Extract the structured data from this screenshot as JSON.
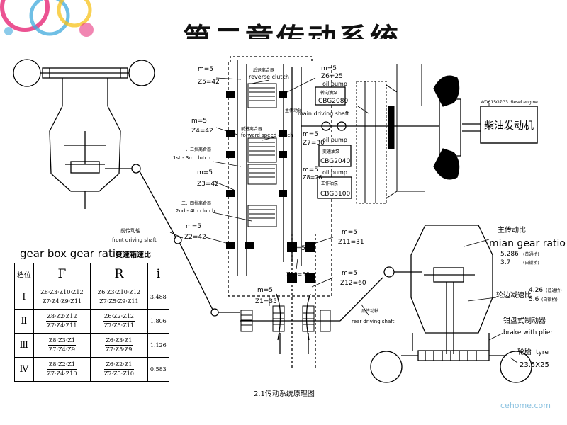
{
  "slide": {
    "title": "第二章传动系统",
    "caption": "2.1传动系统原理图",
    "watermark": "cehome.com"
  },
  "colors": {
    "accent_pink": "#e8357f",
    "accent_blue": "#3fa9dc",
    "accent_yellow": "#f7c21a",
    "line": "#000000"
  },
  "labels": {
    "m5_a": "m=5",
    "z5": "Z5=42",
    "reverse_cn": "后退离合器",
    "reverse_en": "reverse clutch",
    "z6": "Z6=25",
    "oil_pump_1": "oil pump",
    "pump_cn_1": "转向油泵",
    "pump_1": "CBG2080",
    "main_shaft_cn": "主传动轴",
    "main_shaft_en": "main driving shaft",
    "engine_model": "WD615G7G3 diesel engine",
    "engine_cn": "柴油发动机",
    "m5_b": "m=5",
    "z4": "Z4=42",
    "forward_cn": "前进离合器",
    "forward_en": "forward speed clutch",
    "m5_c": "m=5",
    "z7": "Z7=30",
    "oil_pump_2": "oil pump",
    "pump_cn_2": "变速油泵",
    "pump_2": "CBG2040",
    "clutch13_cn": "一、三挡离合器",
    "clutch13_en": "1st - 3rd clutch",
    "m5_d": "m=5",
    "z8": "Z8=26",
    "oil_pump_3": "oil pump",
    "pump_cn_3": "工作油泵",
    "pump_3": "CBG3100",
    "m5_e": "m=5",
    "z3": "Z3=42",
    "clutch24_cn": "二、四挡离合器",
    "clutch24_en": "2nd - 4th clutch",
    "front_shaft_cn": "前传动轴",
    "front_shaft_en": "front driving shaft",
    "m5_f": "m=5",
    "z2": "Z2=42",
    "m5_g": "m=5",
    "z11": "Z11=31",
    "m5_h": "m=5",
    "z10": "Z10=56",
    "m5_i": "m=5",
    "z12": "Z12=60",
    "m5_j": "m=5",
    "z1": "Z1=35",
    "rear_shaft_cn": "后传动轴",
    "rear_shaft_en": "rear driving shaft",
    "main_reducer_cn": "主传动比",
    "main_ratio_en": "mian gear ratio",
    "main_ratio_1": "5.286",
    "main_ratio_1_note": "(普通桥)",
    "main_ratio_2": "3.7",
    "main_ratio_2_note": "(自锁桥)",
    "wheel_reducer_cn": "轮边减速比",
    "wheel_ratio_1": "4.26",
    "wheel_ratio_1_note": "(普通桥)",
    "wheel_ratio_2": "5.6",
    "wheel_ratio_2_note": "(自锁桥)",
    "brake_cn": "钳盘式制动器",
    "brake_en": "brake with plier",
    "tyre_cn": "轮胎",
    "tyre_en": "tyre",
    "tyre_size": "23.5X25"
  },
  "gear_table": {
    "title_en": "gear box gear ratio",
    "title_cn": "变速箱速比",
    "headers": [
      "档位",
      "F",
      "R",
      "i"
    ],
    "rows": [
      {
        "pos": "I",
        "f_num": "Z8·Z3·Z10·Z12",
        "f_den": "Z7·Z4·Z9·Z11",
        "r_num": "Z6·Z3·Z10·Z12",
        "r_den": "Z7·Z5·Z9·Z11",
        "i": "3.488"
      },
      {
        "pos": "Ⅱ",
        "f_num": "Z8·Z2·Z12",
        "f_den": "Z7·Z4·Z11",
        "r_num": "Z6·Z2·Z12",
        "r_den": "Z7·Z5·Z11",
        "i": "1.806"
      },
      {
        "pos": "Ⅲ",
        "f_num": "Z8·Z3·Z1",
        "f_den": "Z7·Z4·Z9",
        "r_num": "Z6·Z3·Z1",
        "r_den": "Z7·Z5·Z9",
        "i": "1.126"
      },
      {
        "pos": "Ⅳ",
        "f_num": "Z8·Z2·Z1",
        "f_den": "Z7·Z4·Z10",
        "r_num": "Z6·Z2·Z1",
        "r_den": "Z7·Z5·Z10",
        "i": "0.583"
      }
    ]
  }
}
